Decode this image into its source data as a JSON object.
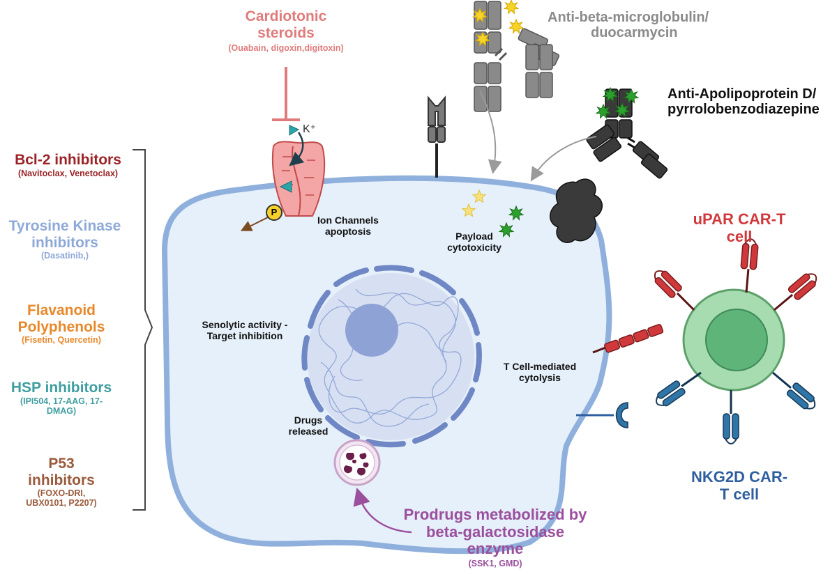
{
  "colors": {
    "bcl2": "#9b2226",
    "tyrosine": "#8ea8d8",
    "flavanoid": "#e8882a",
    "hsp": "#3f9ea0",
    "p53": "#9a5a3c",
    "cardiotonic": "#e07b7b",
    "anti_beta": "#8a8a8a",
    "anti_apo": "#111111",
    "upar": "#d0393b",
    "nkg2d": "#2f5f9e",
    "prodrug": "#9b4f9d",
    "cell_fill": "#e6f0fa",
    "cell_stroke": "#8fb0dc",
    "nucleus_stroke": "#6f87c4"
  },
  "drug_classes": [
    {
      "name_lines": [
        "Bcl-2 inhibitors"
      ],
      "examples_lines": [
        "(Navitoclax, Venetoclax)"
      ]
    },
    {
      "name_lines": [
        "Tyrosine Kinase",
        "inhibitors"
      ],
      "examples_lines": [
        "(Dasatinib,)"
      ]
    },
    {
      "name_lines": [
        "Flavanoid",
        "Polyphenols"
      ],
      "examples_lines": [
        "(Fisetin, Quercetin)"
      ]
    },
    {
      "name_lines": [
        "HSP inhibitors"
      ],
      "examples_lines": [
        "(IPI504, 17-AAG, 17-",
        "DMAG)"
      ]
    },
    {
      "name_lines": [
        "P53",
        "inhibitors"
      ],
      "examples_lines": [
        "(FOXO-DRI,",
        "UBX0101, P2207)"
      ]
    }
  ],
  "cardiotonic": {
    "name_lines": [
      "Cardiotonic",
      "steroids"
    ],
    "examples": "(Ouabain, digoxin,digitoxin)"
  },
  "ion_symbol": "K⁺",
  "phospho_label": "P",
  "antibodies": {
    "beta": [
      "Anti-beta-microglobulin/",
      "duocarmycin"
    ],
    "apo": [
      "Anti-Apolipoprotein D/",
      "pyrrolobenzodiazepine"
    ]
  },
  "car_t": {
    "upar": [
      "uPAR CAR-T",
      "cell"
    ],
    "nkg2d": [
      "NKG2D CAR-",
      "T cell"
    ]
  },
  "prodrugs": {
    "name_lines": [
      "Prodrugs metabolized by",
      "beta-galactosidase",
      "enzyme"
    ],
    "examples": "(SSK1, GMD)"
  },
  "mechanisms": {
    "ion": [
      "Ion Channels",
      "apoptosis"
    ],
    "payload": [
      "Payload",
      "cytotoxicity"
    ],
    "senolytic": [
      "Senolytic activity -",
      "Target inhibition"
    ],
    "tcell": [
      "T Cell-mediated",
      "cytolysis"
    ],
    "drugs": [
      "Drugs",
      "released"
    ]
  }
}
